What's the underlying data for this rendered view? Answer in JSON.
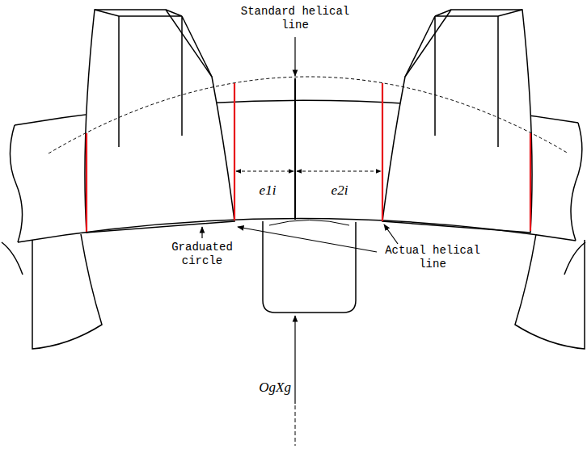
{
  "diagram": {
    "labels": [
      "Standard helical line",
      "e1i",
      "e2i",
      "Graduated circle",
      "Actual helical line",
      "OgXg"
    ]
  }
}
